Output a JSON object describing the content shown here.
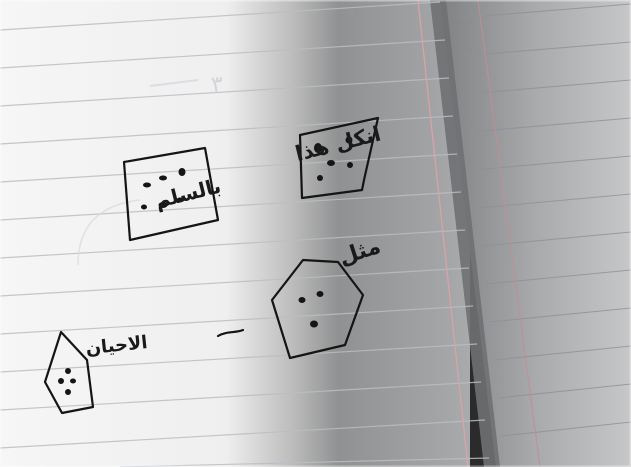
{
  "photo": {
    "subject": "notebook-page-with-pen-sketches",
    "colors": {
      "paper": "#f3f3f3",
      "paper_shadow": "#9b9c9e",
      "rule_line": "#b9bec6",
      "margin_line": "#e0a2a6",
      "ink": "#151515"
    }
  },
  "handwriting": {
    "top_right_label": "انكل هذا",
    "middle_label": "بالسلم",
    "right_side_label": "مثل",
    "bottom_label": "الاحيان",
    "faint_page_mark": "٣"
  }
}
